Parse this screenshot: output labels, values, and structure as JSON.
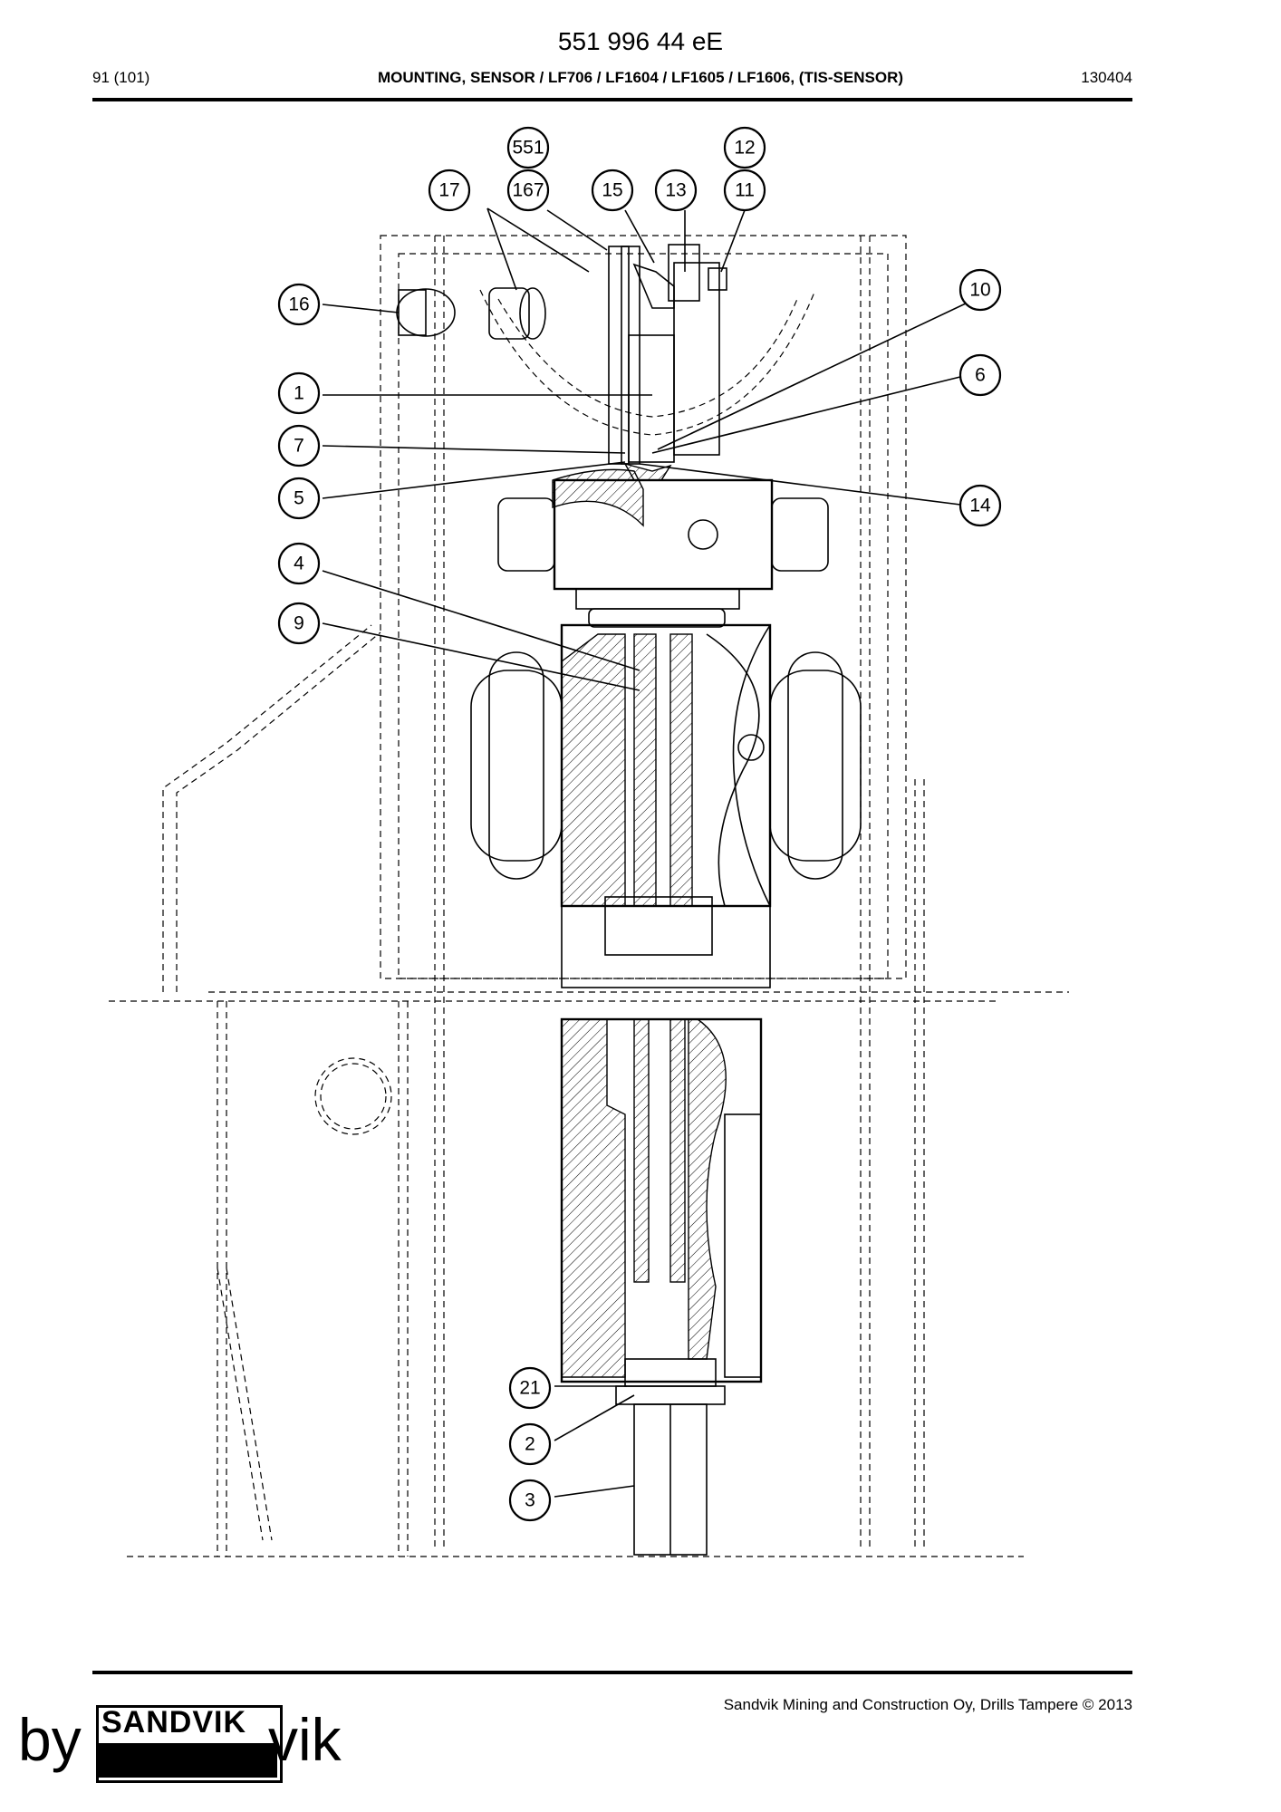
{
  "header": {
    "doc_number": "551 996 44 eE",
    "page": "91 (101)",
    "title": "MOUNTING, SENSOR / LF706 / LF1604 / LF1605 / LF1606, (TIS-SENSOR)",
    "date": "130404"
  },
  "diagram": {
    "callouts": [
      "551",
      "167",
      "17",
      "15",
      "13",
      "12",
      "11",
      "16",
      "10",
      "1",
      "6",
      "7",
      "5",
      "14",
      "4",
      "9",
      "21",
      "2",
      "3"
    ]
  },
  "footer": {
    "company": "Sandvik Mining and Construction Oy, Drills Tampere © 2013",
    "logo_text": "SANDVIK",
    "logo_by": "by",
    "logo_vik": "vik"
  }
}
